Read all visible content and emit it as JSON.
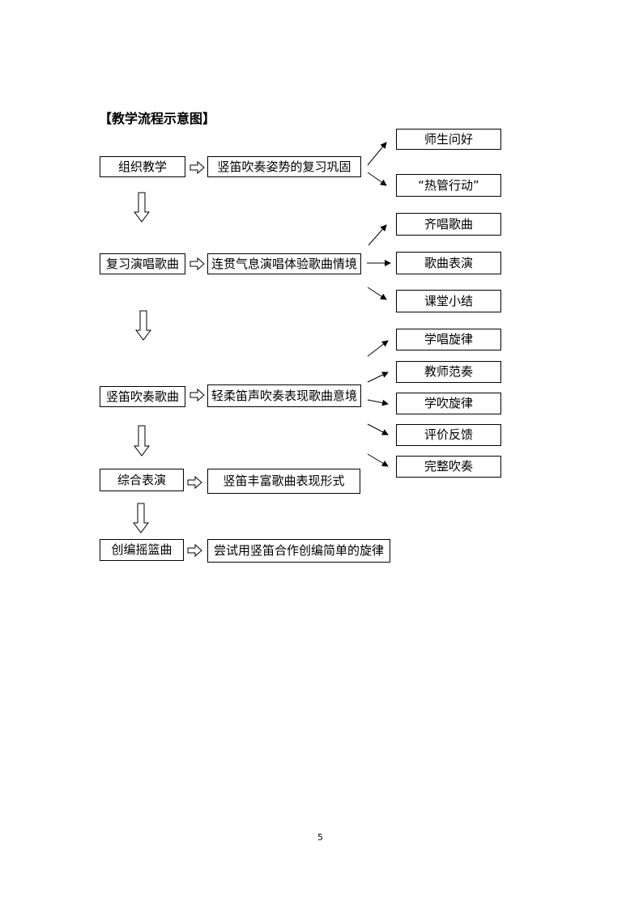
{
  "heading": "【教学流程示意图】",
  "page_number": "5",
  "rows": [
    {
      "stage": "组织教学",
      "activity": "竖笛吹奏姿势的复习巩固",
      "outcomes": [
        "师生问好",
        "“热管行动”"
      ]
    },
    {
      "stage": "复习演唱歌曲",
      "activity": "连贯气息演唱体验歌曲情境",
      "outcomes": [
        "齐唱歌曲",
        "歌曲表演",
        "课堂小结"
      ]
    },
    {
      "stage": "竖笛吹奏歌曲",
      "activity": "轻柔笛声吹奏表现歌曲意境",
      "outcomes": [
        "学唱旋律",
        "教师范奏",
        "学吹旋律",
        "评价反馈",
        "完整吹奏"
      ]
    },
    {
      "stage": "综合表演",
      "activity": "竖笛丰富歌曲表现形式",
      "outcomes": []
    },
    {
      "stage": "创编摇篮曲",
      "activity": "尝试用竖笛合作创编简单的旋律",
      "outcomes": []
    }
  ]
}
